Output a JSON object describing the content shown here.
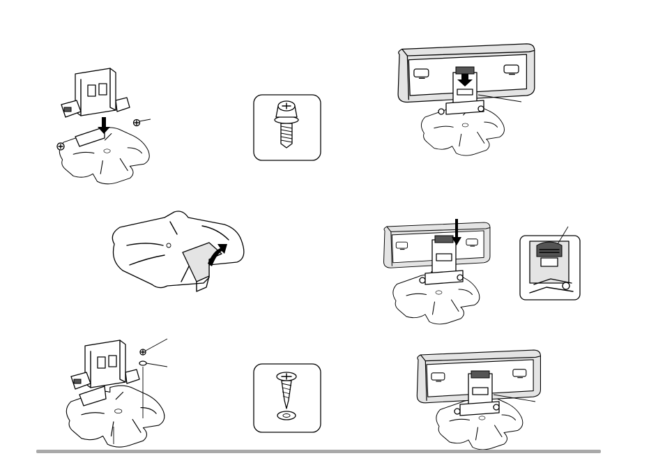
{
  "page": {
    "figures": [
      {
        "id": "fig1",
        "icon": "bracket-mount-screws-illustration"
      },
      {
        "id": "fig2",
        "icon": "hex-washer-head-screw-icon"
      },
      {
        "id": "fig3",
        "icon": "mounting-base-tab-fold-illustration"
      },
      {
        "id": "fig4",
        "icon": "bracket-tapping-screw-illustration"
      },
      {
        "id": "fig5",
        "icon": "tapping-screw-with-washer-icon"
      },
      {
        "id": "fig6",
        "icon": "console-slide-on-bracket-illustration"
      },
      {
        "id": "fig7",
        "icon": "console-lock-push-down-illustration"
      },
      {
        "id": "fig8",
        "icon": "lock-tab-detail-illustration"
      },
      {
        "id": "fig9",
        "icon": "console-installed-on-base-illustration"
      }
    ],
    "footer_color": "#a9a9a9"
  }
}
